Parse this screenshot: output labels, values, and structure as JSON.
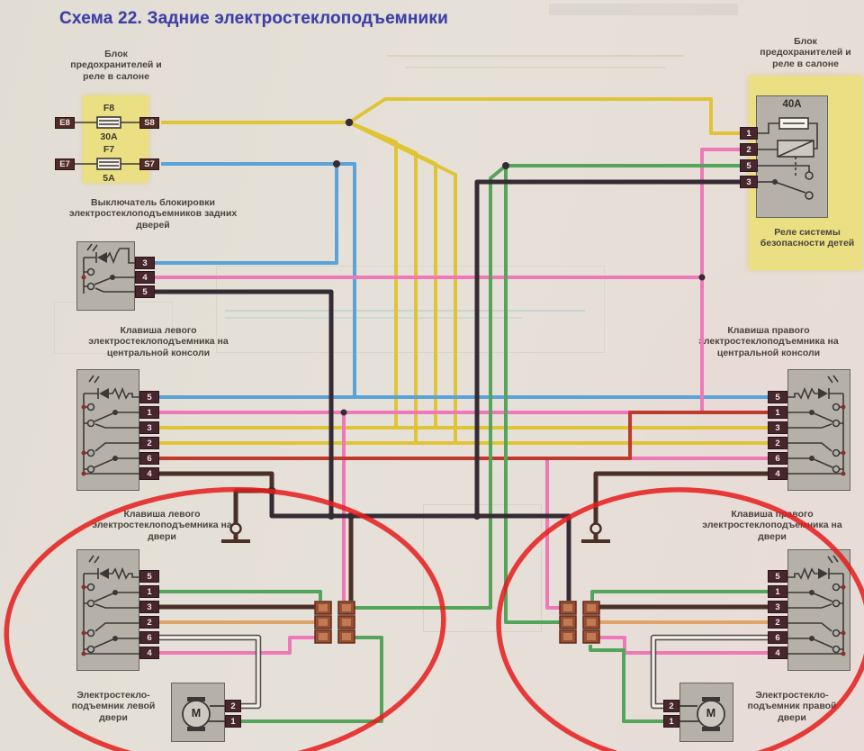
{
  "title": "Схема 22. Задние электростеклоподъемники",
  "colors": {
    "paper": "#e3ded6",
    "highlight_yellow": "#eadf82",
    "block_gray": "#b5b1a9",
    "terminal_dark": "#47262e",
    "wire_yellow": "#e0c437",
    "wire_blue": "#5ba2d6",
    "wire_pink": "#ee78b8",
    "wire_red": "#bf3a2d",
    "wire_orange": "#e2a368",
    "wire_green": "#55a45c",
    "wire_brown": "#4a3026",
    "wire_black": "#352b35",
    "wire_white": "#f4f1ea",
    "annotation_red": "#e51c1c",
    "title_blue": "#3c3fa8"
  },
  "fuse_box": {
    "label": "Блок предохранителей и реле в салоне",
    "fuses": [
      {
        "name": "F8",
        "rating": "30A",
        "term_in": "E8",
        "term_out": "S8"
      },
      {
        "name": "F7",
        "rating": "5A",
        "term_in": "E7",
        "term_out": "S7"
      }
    ]
  },
  "relay_box": {
    "label": "Блок предохранителей и реле в салоне",
    "rating": "40A",
    "caption": "Реле системы безопасности детей",
    "terminals": [
      "1",
      "2",
      "5",
      "3"
    ]
  },
  "lock_switch": {
    "label": "Выключатель блокировки электростеклоподъемников задних дверей",
    "terminals": [
      "3",
      "4",
      "5"
    ]
  },
  "left_console_switch": {
    "label": "Клавиша левого электростеклоподъемника на центральной консоли",
    "terminals": [
      "5",
      "1",
      "3",
      "2",
      "6",
      "4"
    ]
  },
  "right_console_switch": {
    "label": "Клавиша правого электростеклоподъемника на центральной консоли",
    "terminals": [
      "5",
      "1",
      "3",
      "2",
      "6",
      "4"
    ]
  },
  "left_door_switch": {
    "label": "Клавиша левого электростеклоподъемника на двери",
    "terminals": [
      "5",
      "1",
      "3",
      "2",
      "6",
      "4"
    ]
  },
  "right_door_switch": {
    "label": "Клавиша правого электростеклоподъемника на двери",
    "terminals": [
      "5",
      "1",
      "3",
      "2",
      "6",
      "4"
    ]
  },
  "left_motor": {
    "label": "Электростекло-подъемник левой двери",
    "symbol": "M",
    "terminals": [
      "2",
      "1"
    ]
  },
  "right_motor": {
    "label": "Электростекло-подъемник правой двери",
    "symbol": "M",
    "terminals": [
      "2",
      "1"
    ]
  }
}
